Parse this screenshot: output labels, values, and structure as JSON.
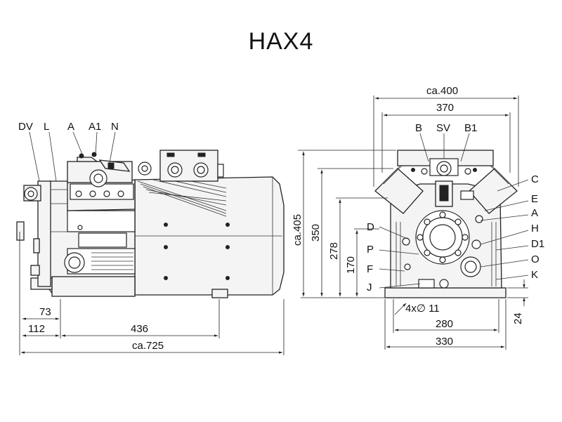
{
  "title": "HAX4",
  "side_view": {
    "callouts": [
      "DV",
      "L",
      "A",
      "A1",
      "N"
    ],
    "dimensions": [
      "73",
      "112",
      "436",
      "ca.725"
    ]
  },
  "front_view": {
    "callouts_top": [
      "B",
      "SV",
      "B1"
    ],
    "callouts_left": [
      "D",
      "P",
      "F",
      "J"
    ],
    "callouts_right": [
      "C",
      "E",
      "A",
      "H",
      "D1",
      "O",
      "K"
    ],
    "dimensions_top": [
      "ca.400",
      "370"
    ],
    "dimensions_left": [
      "ca.405",
      "350",
      "278",
      "170"
    ],
    "dimensions_bottom": [
      "4x∅ 11",
      "280",
      "330"
    ],
    "dimension_right": "24"
  }
}
